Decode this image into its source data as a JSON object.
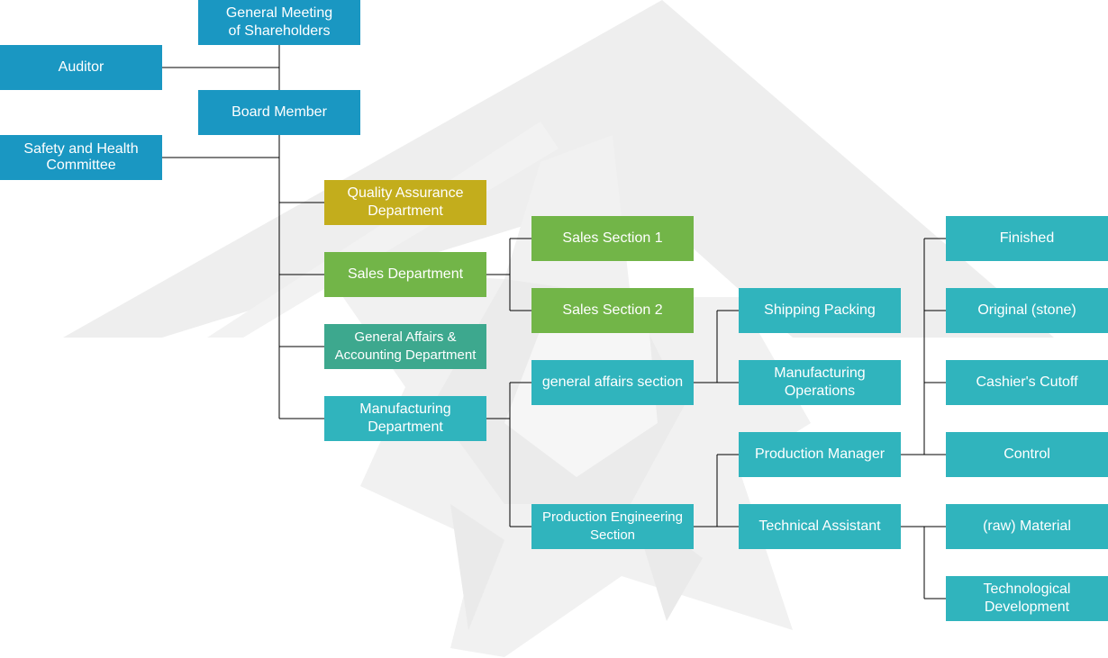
{
  "colors": {
    "top_level": "#1a97c2",
    "quality": "#c3ad1c",
    "sales": "#72b548",
    "general_affairs": "#3da88e",
    "manufacturing": "#30b4bd",
    "connector": "#000000",
    "watermark": "#eeeeee"
  },
  "watermark": {
    "icon": "house-roof-logo-icon"
  },
  "org": {
    "general_meeting": "General Meeting\nof Shareholders",
    "auditor": "Auditor",
    "board_member": "Board Member",
    "safety_committee": "Safety and Health\nCommittee",
    "quality_assurance": "Quality Assurance\nDepartment",
    "sales_department": "Sales Department",
    "general_affairs_dept": "General Affairs &\nAccounting Department",
    "manufacturing_dept": "Manufacturing\nDepartment",
    "sales_section_1": "Sales Section 1",
    "sales_section_2": "Sales Section 2",
    "general_affairs_section": "general affairs section",
    "production_engineering": "Production Engineering\nSection",
    "shipping_packing": "Shipping Packing",
    "manufacturing_operations": "Manufacturing\nOperations",
    "production_manager": "Production Manager",
    "technical_assistant": "Technical Assistant",
    "finished": "Finished",
    "original_stone": "Original (stone)",
    "cashiers_cutoff": "Cashier's Cutoff",
    "control": "Control",
    "raw_material": "(raw) Material",
    "technological_development": "Technological\nDevelopment"
  }
}
